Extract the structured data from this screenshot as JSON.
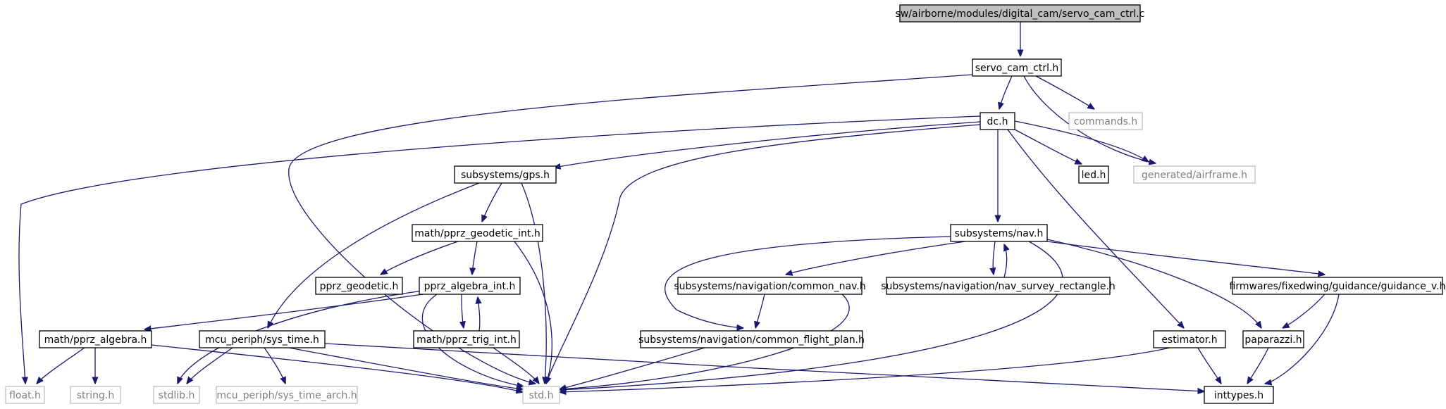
{
  "diagram": {
    "nodes": [
      {
        "id": "root",
        "label": "sw/airborne/modules/digital_cam/servo_cam_ctrl.c",
        "kind": "root"
      },
      {
        "id": "servo_h",
        "label": "servo_cam_ctrl.h",
        "kind": "file"
      },
      {
        "id": "dc",
        "label": "dc.h",
        "kind": "file"
      },
      {
        "id": "commands",
        "label": "commands.h",
        "kind": "external"
      },
      {
        "id": "airframe",
        "label": "generated/airframe.h",
        "kind": "external"
      },
      {
        "id": "led",
        "label": "led.h",
        "kind": "file"
      },
      {
        "id": "gps",
        "label": "subsystems/gps.h",
        "kind": "file"
      },
      {
        "id": "geodetic_int",
        "label": "math/pprz_geodetic_int.h",
        "kind": "file"
      },
      {
        "id": "geodetic",
        "label": "pprz_geodetic.h",
        "kind": "file"
      },
      {
        "id": "algebra_int",
        "label": "pprz_algebra_int.h",
        "kind": "file"
      },
      {
        "id": "algebra",
        "label": "math/pprz_algebra.h",
        "kind": "file"
      },
      {
        "id": "trig_int",
        "label": "math/pprz_trig_int.h",
        "kind": "file"
      },
      {
        "id": "sys_time",
        "label": "mcu_periph/sys_time.h",
        "kind": "file"
      },
      {
        "id": "nav",
        "label": "subsystems/nav.h",
        "kind": "file"
      },
      {
        "id": "common_nav",
        "label": "subsystems/navigation/common_nav.h",
        "kind": "file"
      },
      {
        "id": "survey",
        "label": "subsystems/navigation/nav_survey_rectangle.h",
        "kind": "file"
      },
      {
        "id": "flight_plan",
        "label": "subsystems/navigation/common_flight_plan.h",
        "kind": "file"
      },
      {
        "id": "guidance_v",
        "label": "firmwares/fixedwing/guidance/guidance_v.h",
        "kind": "file"
      },
      {
        "id": "estimator",
        "label": "estimator.h",
        "kind": "file"
      },
      {
        "id": "paparazzi",
        "label": "paparazzi.h",
        "kind": "file"
      },
      {
        "id": "float",
        "label": "float.h",
        "kind": "external"
      },
      {
        "id": "string",
        "label": "string.h",
        "kind": "external"
      },
      {
        "id": "stdlib",
        "label": "stdlib.h",
        "kind": "external"
      },
      {
        "id": "sys_time_arch",
        "label": "mcu_periph/sys_time_arch.h",
        "kind": "external"
      },
      {
        "id": "std",
        "label": "std.h",
        "kind": "external"
      },
      {
        "id": "inttypes",
        "label": "inttypes.h",
        "kind": "file"
      }
    ],
    "edges": [
      [
        "root",
        "servo_h"
      ],
      [
        "servo_h",
        "dc"
      ],
      [
        "servo_h",
        "commands"
      ],
      [
        "servo_h",
        "airframe"
      ],
      [
        "servo_h",
        "std"
      ],
      [
        "dc",
        "airframe"
      ],
      [
        "dc",
        "led"
      ],
      [
        "dc",
        "gps"
      ],
      [
        "dc",
        "float"
      ],
      [
        "dc",
        "std"
      ],
      [
        "dc",
        "nav"
      ],
      [
        "dc",
        "estimator"
      ],
      [
        "gps",
        "geodetic_int"
      ],
      [
        "gps",
        "sys_time"
      ],
      [
        "gps",
        "std"
      ],
      [
        "geodetic_int",
        "geodetic"
      ],
      [
        "geodetic_int",
        "algebra_int"
      ],
      [
        "geodetic_int",
        "std"
      ],
      [
        "algebra_int",
        "algebra"
      ],
      [
        "algebra_int",
        "trig_int"
      ],
      [
        "algebra_int",
        "stdlib"
      ],
      [
        "algebra_int",
        "std"
      ],
      [
        "trig_int",
        "algebra_int"
      ],
      [
        "trig_int",
        "std"
      ],
      [
        "algebra",
        "float"
      ],
      [
        "algebra",
        "string"
      ],
      [
        "algebra",
        "std"
      ],
      [
        "sys_time",
        "stdlib"
      ],
      [
        "sys_time",
        "sys_time_arch"
      ],
      [
        "sys_time",
        "std"
      ],
      [
        "sys_time",
        "inttypes"
      ],
      [
        "nav",
        "common_nav"
      ],
      [
        "nav",
        "survey"
      ],
      [
        "nav",
        "flight_plan"
      ],
      [
        "nav",
        "guidance_v"
      ],
      [
        "nav",
        "paparazzi"
      ],
      [
        "nav",
        "std"
      ],
      [
        "survey",
        "nav"
      ],
      [
        "common_nav",
        "flight_plan"
      ],
      [
        "common_nav",
        "std"
      ],
      [
        "flight_plan",
        "std"
      ],
      [
        "guidance_v",
        "paparazzi"
      ],
      [
        "guidance_v",
        "inttypes"
      ],
      [
        "estimator",
        "std"
      ],
      [
        "estimator",
        "inttypes"
      ],
      [
        "paparazzi",
        "inttypes"
      ]
    ]
  }
}
